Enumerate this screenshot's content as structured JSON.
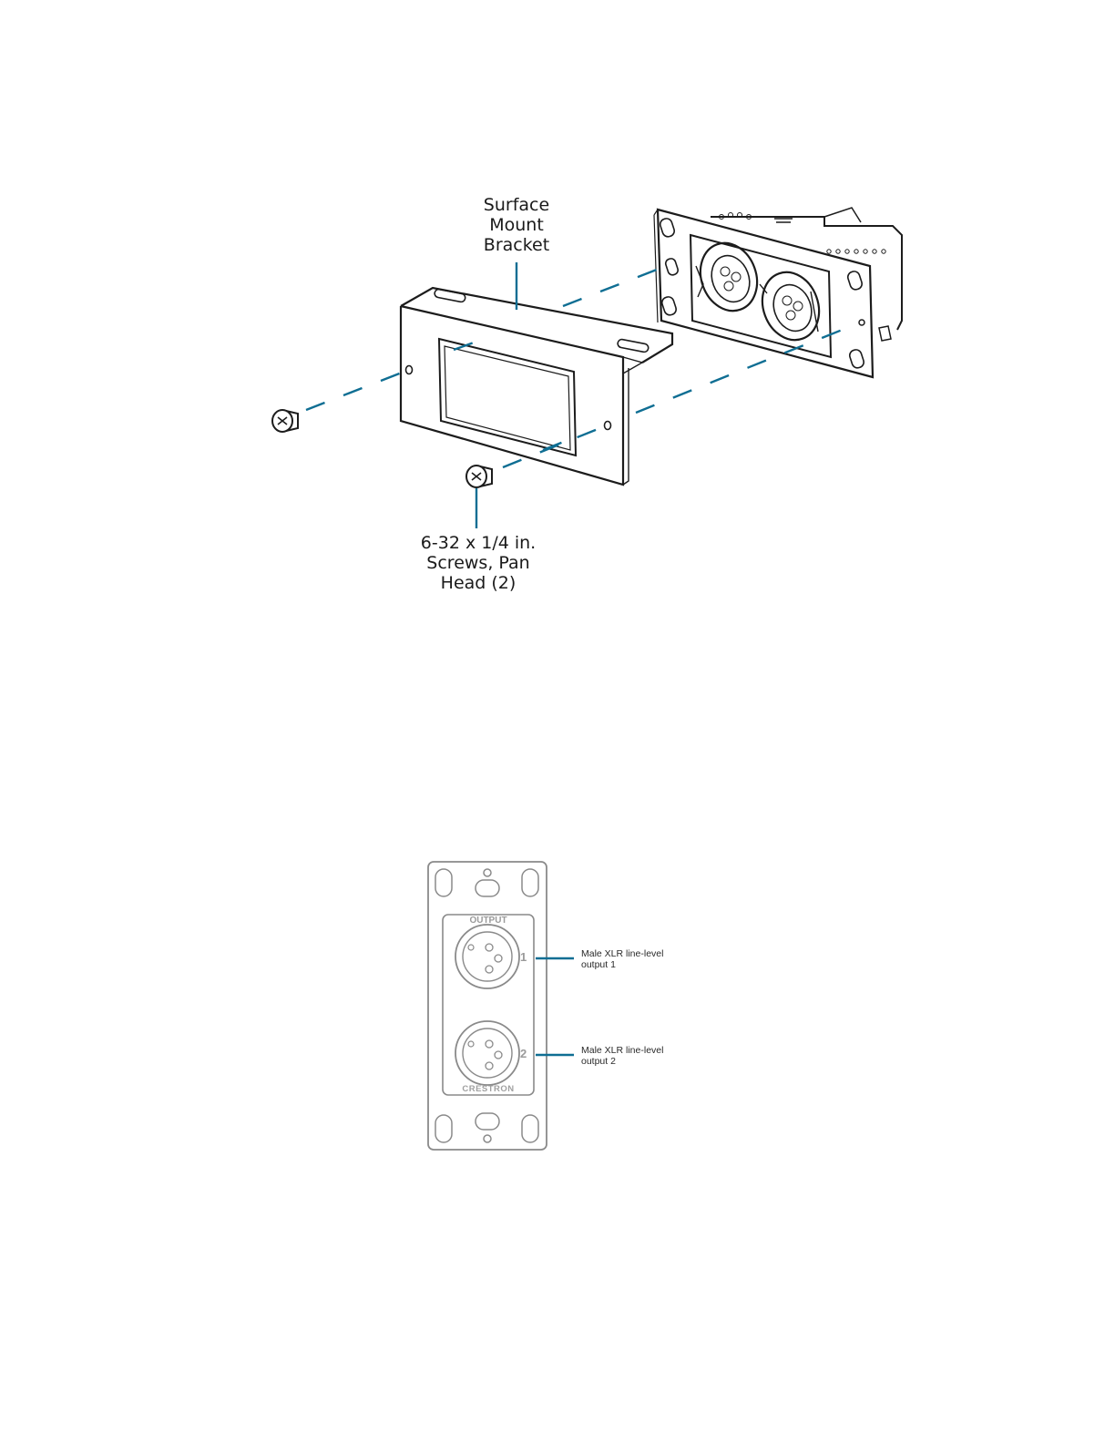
{
  "figure1": {
    "bracket_label": [
      "Surface",
      "Mount",
      "Bracket"
    ],
    "screws_label": [
      "6-32 x 1/4 in.",
      "Screws, Pan",
      "Head (2)"
    ]
  },
  "figure2": {
    "panel_heading": "OUTPUT",
    "port_1_number": "1",
    "port_2_number": "2",
    "brand_text": "CRESTRON",
    "callout_1": [
      "Male XLR line-level",
      "output 1"
    ],
    "callout_2": [
      "Male XLR line-level",
      "output 2"
    ]
  },
  "colors": {
    "leader_line": "#0f6e93",
    "outline": "#1c1c1c"
  }
}
